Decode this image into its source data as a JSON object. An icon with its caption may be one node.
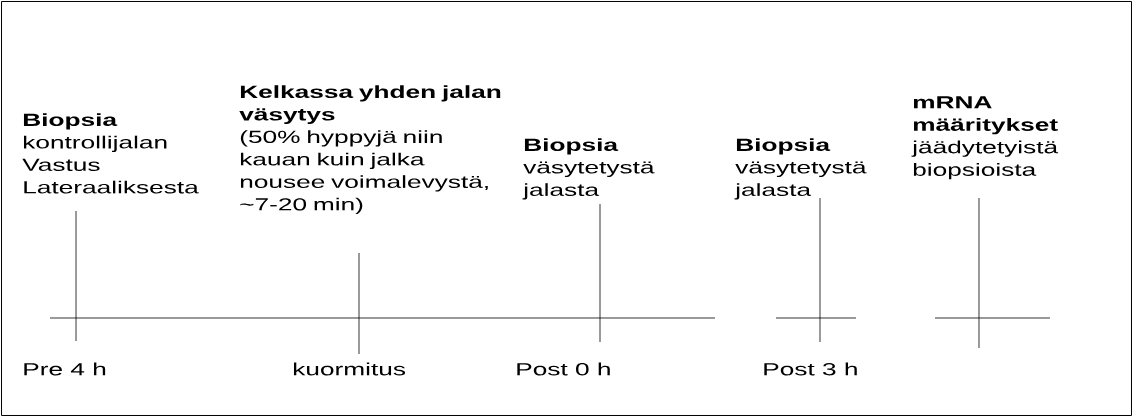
{
  "diagram": {
    "nodes": [
      {
        "text": [
          "Biopsia",
          "kontrollijalan Vastus Lateraaliksesta"
        ]
      },
      {
        "text": [
          "Kelkassa yhden jalan väsytys",
          "(50% hyppyjä niin kauan kuin jalka nousee voimalevystä, ~7-20 min)"
        ]
      },
      {
        "text": [
          "Biopsia",
          "väsytetystä jalasta"
        ]
      },
      {
        "text": [
          "Biopsia",
          "väsytetystä jalasta"
        ]
      },
      {
        "text": [
          "mRNA määritykset",
          "jäädytetyistä biopsioista"
        ]
      }
    ],
    "labels": [
      "Pre 4 h",
      "kuormitus",
      "Post 0 h",
      "Post 3 h"
    ]
  }
}
